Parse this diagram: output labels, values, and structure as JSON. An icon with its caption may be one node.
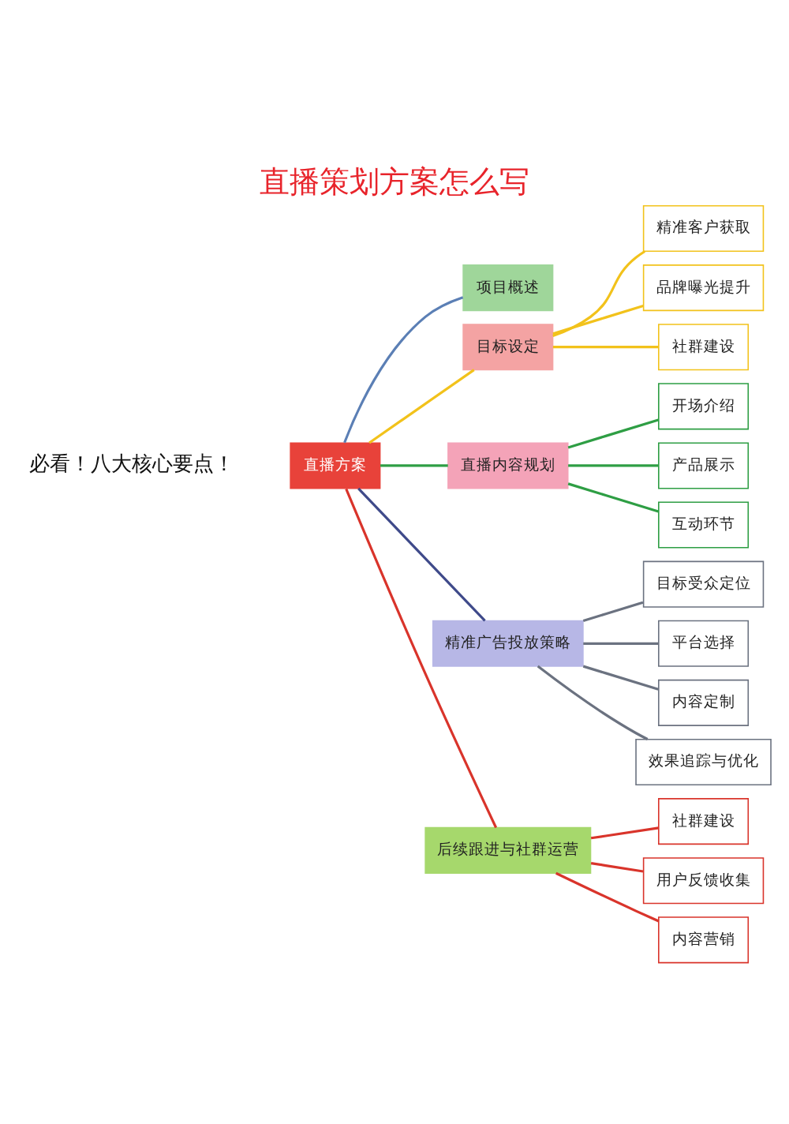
{
  "diagram": {
    "title": "直播策划方案怎么写",
    "nodes": [
      {
        "text": [
          "直播方案"
        ]
      },
      {
        "text": [
          "项目概述"
        ]
      },
      {
        "text": [
          "目标设定"
        ]
      },
      {
        "text": [
          "精准客户获取"
        ]
      },
      {
        "text": [
          "品牌曝光提升"
        ]
      },
      {
        "text": [
          "社群建设"
        ]
      },
      {
        "text": [
          "直播内容规划"
        ]
      },
      {
        "text": [
          "开场介绍"
        ]
      },
      {
        "text": [
          "产品展示"
        ]
      },
      {
        "text": [
          "互动环节"
        ]
      },
      {
        "text": [
          "精准广告投放策略"
        ]
      },
      {
        "text": [
          "目标受众定位"
        ]
      },
      {
        "text": [
          "平台选择"
        ]
      },
      {
        "text": [
          "内容定制"
        ]
      },
      {
        "text": [
          "效果追踪与优化"
        ]
      },
      {
        "text": [
          "后续跟进与社群运营"
        ]
      },
      {
        "text": [
          "社群建设"
        ]
      },
      {
        "text": [
          "用户反馈收集"
        ]
      },
      {
        "text": [
          "内容营销"
        ]
      }
    ],
    "edges": [
      {
        "from": 0,
        "to": 1,
        "arrow": "none",
        "color": "#5b7fb5"
      },
      {
        "from": 0,
        "to": 2,
        "arrow": "none",
        "color": "#f2c21b"
      },
      {
        "from": 2,
        "to": 3,
        "arrow": "none",
        "color": "#f2c21b"
      },
      {
        "from": 2,
        "to": 4,
        "arrow": "none",
        "color": "#f2c21b"
      },
      {
        "from": 2,
        "to": 5,
        "arrow": "none",
        "color": "#f2c21b"
      },
      {
        "from": 0,
        "to": 6,
        "arrow": "none",
        "color": "#2e9e44"
      },
      {
        "from": 6,
        "to": 7,
        "arrow": "none",
        "color": "#2e9e44"
      },
      {
        "from": 6,
        "to": 8,
        "arrow": "none",
        "color": "#2e9e44"
      },
      {
        "from": 6,
        "to": 9,
        "arrow": "none",
        "color": "#2e9e44"
      },
      {
        "from": 0,
        "to": 10,
        "arrow": "none",
        "color": "#3f4a8a"
      },
      {
        "from": 10,
        "to": 11,
        "arrow": "none",
        "color": "#6b7280"
      },
      {
        "from": 10,
        "to": 12,
        "arrow": "none",
        "color": "#6b7280"
      },
      {
        "from": 10,
        "to": 13,
        "arrow": "none",
        "color": "#6b7280"
      },
      {
        "from": 10,
        "to": 14,
        "arrow": "none",
        "color": "#6b7280"
      },
      {
        "from": 0,
        "to": 15,
        "arrow": "none",
        "color": "#d9342b"
      },
      {
        "from": 15,
        "to": 16,
        "arrow": "none",
        "color": "#d9342b"
      },
      {
        "from": 15,
        "to": 17,
        "arrow": "none",
        "color": "#d9342b"
      },
      {
        "from": 15,
        "to": 18,
        "arrow": "none",
        "color": "#d9342b"
      }
    ],
    "labels": [
      "必看！八大核心要点！"
    ]
  }
}
